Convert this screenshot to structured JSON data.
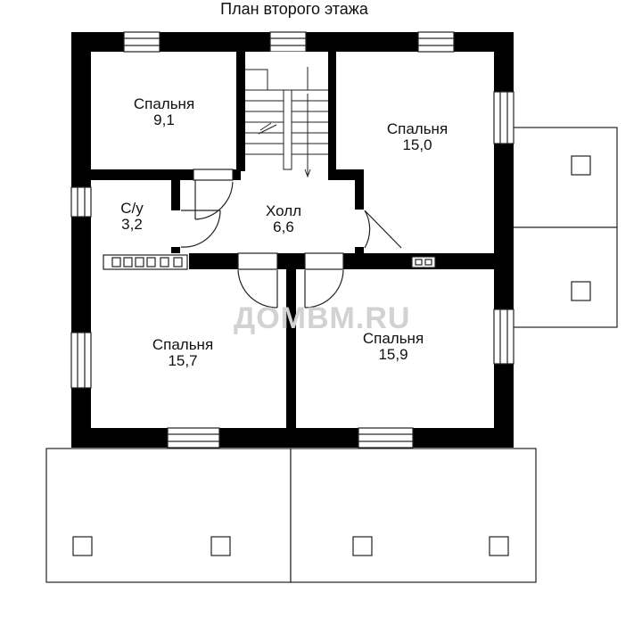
{
  "title": "План второго этажа",
  "watermark": "ДОМВМ.RU",
  "rooms": [
    {
      "id": "bedroom-nw",
      "name": "Спальня",
      "area": "9,1"
    },
    {
      "id": "bedroom-ne",
      "name": "Спальня",
      "area": "15,0"
    },
    {
      "id": "bathroom",
      "name": "С/у",
      "area": "3,2"
    },
    {
      "id": "hall",
      "name": "Холл",
      "area": "6,6"
    },
    {
      "id": "bedroom-sw",
      "name": "Спальня",
      "area": "15,7"
    },
    {
      "id": "bedroom-se",
      "name": "Спальня",
      "area": "15,9"
    }
  ]
}
